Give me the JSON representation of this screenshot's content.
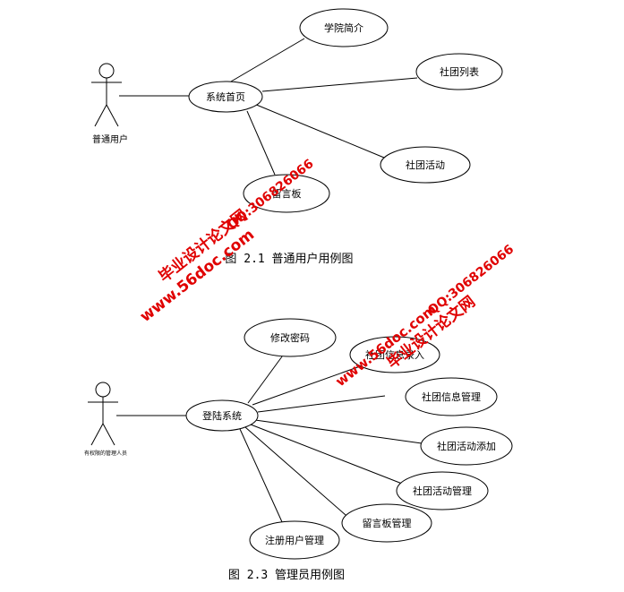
{
  "diagram1": {
    "actor": "普通用户",
    "hub": "系统首页",
    "use_cases": [
      "学院简介",
      "社团列表",
      "社团活动",
      "留言板"
    ],
    "caption": "图 2.1  普通用户用例图"
  },
  "diagram2": {
    "actor": "有权限的管理人员",
    "hub": "登陆系统",
    "use_cases": [
      "修改密码",
      "社团信息录入",
      "社团信息管理",
      "社团活动添加",
      "社团活动管理",
      "留言板管理",
      "注册用户管理"
    ],
    "caption": "图 2.3  管理员用例图"
  },
  "watermark": {
    "site_name": "毕业设计论文网",
    "url": "www.56doc.com",
    "qq": "QQ:306826066",
    "color": "#e00000"
  }
}
